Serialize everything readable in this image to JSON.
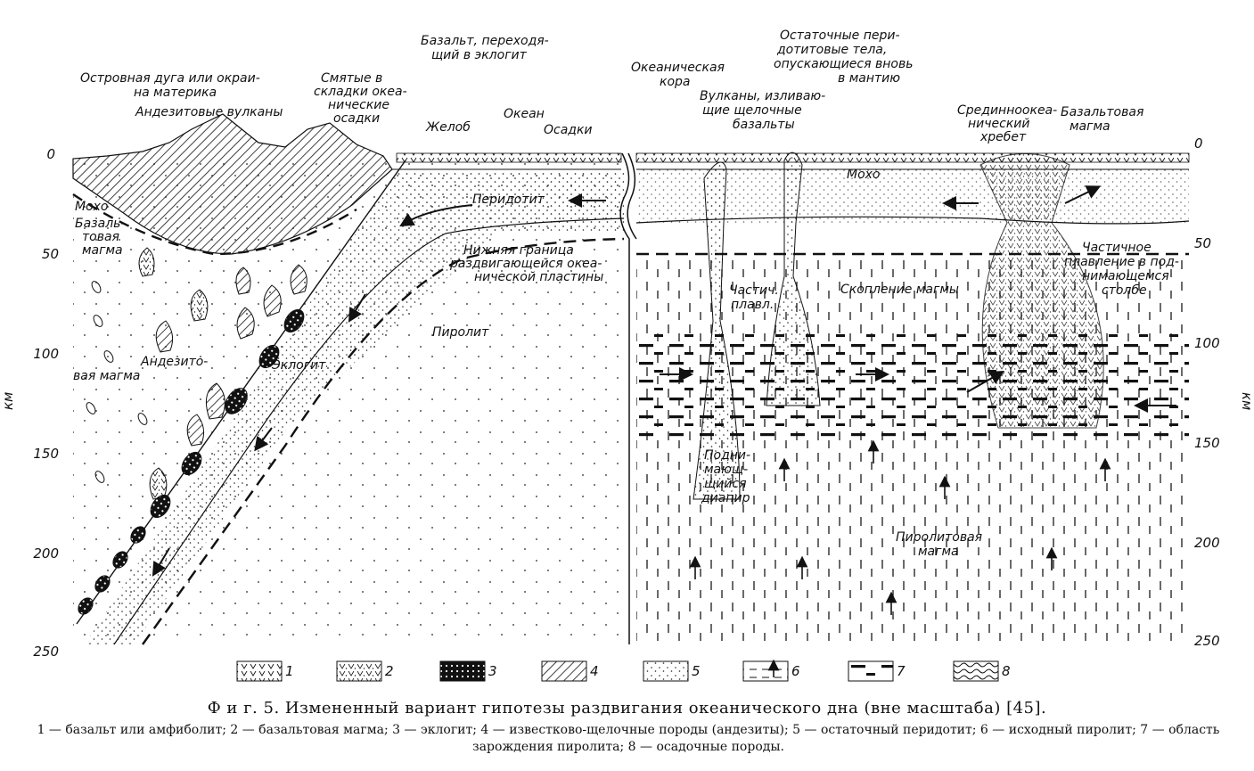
{
  "labels": {
    "island_arc": [
      "Островная дуга или окраи-",
      "на материка"
    ],
    "andesite_volcanoes": "Андезитовые вулканы",
    "folded_sediments": [
      "Смятые в",
      "складки океа-",
      "нические",
      "осадки"
    ],
    "basalt_eclogite": [
      "Базальт, переходя-",
      "щий в эклогит"
    ],
    "trench": "Желоб",
    "ocean": "Океан",
    "sediments": "Осадки",
    "moho_left": "Мохо",
    "basalt_magma_left": [
      "Базаль-",
      "товая",
      "магма"
    ],
    "andesite_magma": [
      "Андезито-",
      "вая магма"
    ],
    "eclogite": "Эклогит",
    "peridotite": "Перидотит",
    "lower_boundary": [
      "Нижняя граница",
      "раздвигающейся океа-",
      "нической пластины"
    ],
    "pyrolite": "Пиролит",
    "oceanic_crust": [
      "Океаническая",
      "кора"
    ],
    "volcanoes_alkaline": [
      "Вулканы, изливаю-",
      "щие щелочные",
      "базальты"
    ],
    "residual_peridotite": [
      "Остаточные пери-",
      "дотитовые тела,",
      "опускающиеся вновь",
      "в мантию"
    ],
    "mid_ocean_ridge": [
      "Срединноокеа-",
      "нический",
      "хребет"
    ],
    "basalt_magma_right": [
      "Базальтовая",
      "магма"
    ],
    "moho_right": "Мохо",
    "partial_melt_short": [
      "Частич.",
      "плавл."
    ],
    "magma_accumulation": "Скопление магмы",
    "partial_melting_column": [
      "Частичное",
      "плавление в под-",
      "нимающемся",
      "столбе"
    ],
    "rising_diapir": [
      "Подни-",
      "мающ-",
      "щийся",
      "диапир"
    ],
    "pyrolite_magma": [
      "Пиролитовая",
      "магма"
    ]
  },
  "axes": {
    "unit": "км",
    "ticks": [
      "0",
      "50",
      "100",
      "150",
      "200",
      "250"
    ]
  },
  "legend": [
    "1",
    "2",
    "3",
    "4",
    "5",
    "6",
    "7",
    "8"
  ],
  "caption": "Ф и г. 5. Измененный вариант гипотезы раздвигания океанического дна (вне масштаба) [45].",
  "explanation": "1 — базальт или амфиболит; 2 — базальтовая магма; 3 — эклогит; 4 — известково-щелочные породы (андезиты); 5 — остаточный перидотит; 6 — исходный пиролит; 7 — область зарождения пиролита; 8 — осадочные породы."
}
